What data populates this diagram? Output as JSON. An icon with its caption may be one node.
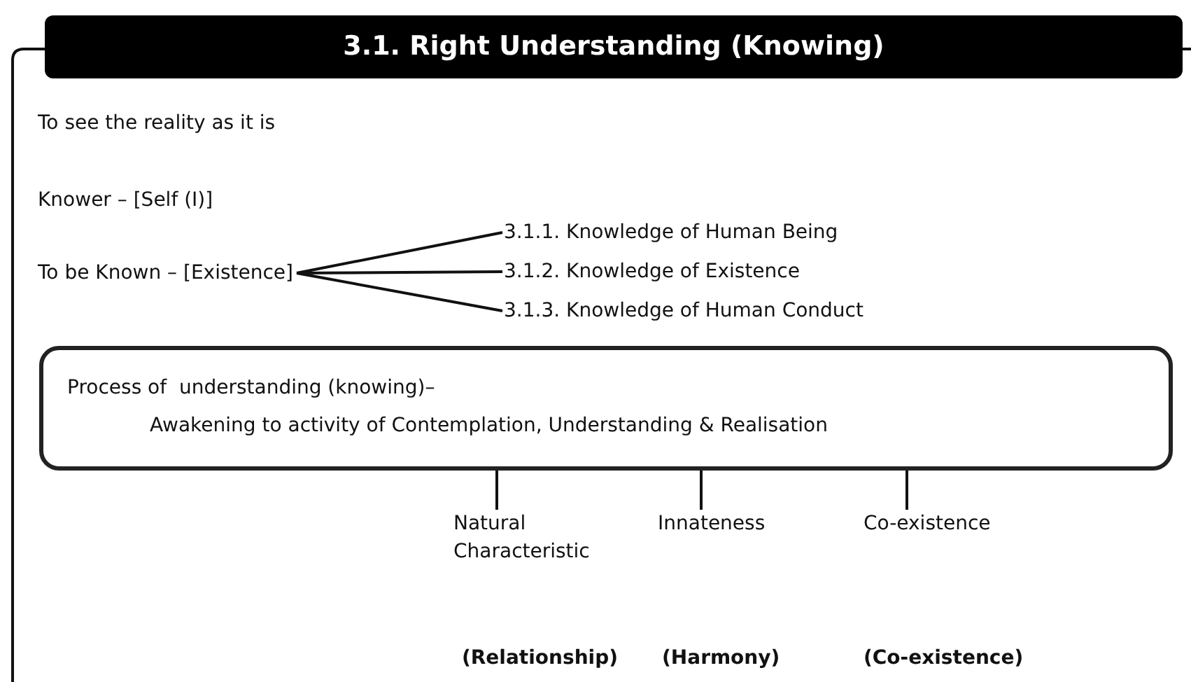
{
  "diagram": {
    "title": "3.1. Right Understanding (Knowing)",
    "nodes": [
      {
        "text": [
          "To be Known – [Existence]"
        ]
      },
      {
        "text": [
          "3.1.1. Knowledge of Human Being"
        ]
      },
      {
        "text": [
          "3.1.2. Knowledge of Existence"
        ]
      },
      {
        "text": [
          "3.1.3. Knowledge of Human Conduct"
        ]
      },
      {
        "text": [
          "Process of  understanding (knowing)–",
          "Awakening to activity of Contemplation, Understanding & Realisation"
        ]
      },
      {
        "text": [
          "Natural Characteristic"
        ]
      },
      {
        "text": [
          "Innateness"
        ]
      },
      {
        "text": [
          "Co-existence"
        ]
      }
    ],
    "edges": [
      {
        "from": 0,
        "to": 1,
        "arrow": "none"
      },
      {
        "from": 0,
        "to": 2,
        "arrow": "none"
      },
      {
        "from": 0,
        "to": 3,
        "arrow": "none"
      },
      {
        "from": 4,
        "to": 5,
        "arrow": "none"
      },
      {
        "from": 4,
        "to": 6,
        "arrow": "none"
      },
      {
        "from": 4,
        "to": 7,
        "arrow": "none"
      }
    ],
    "labels": [
      "To see the reality as it is",
      "Knower – [Self (I)]",
      "(Relationship)",
      "(Harmony)",
      "(Co-existence)"
    ]
  }
}
